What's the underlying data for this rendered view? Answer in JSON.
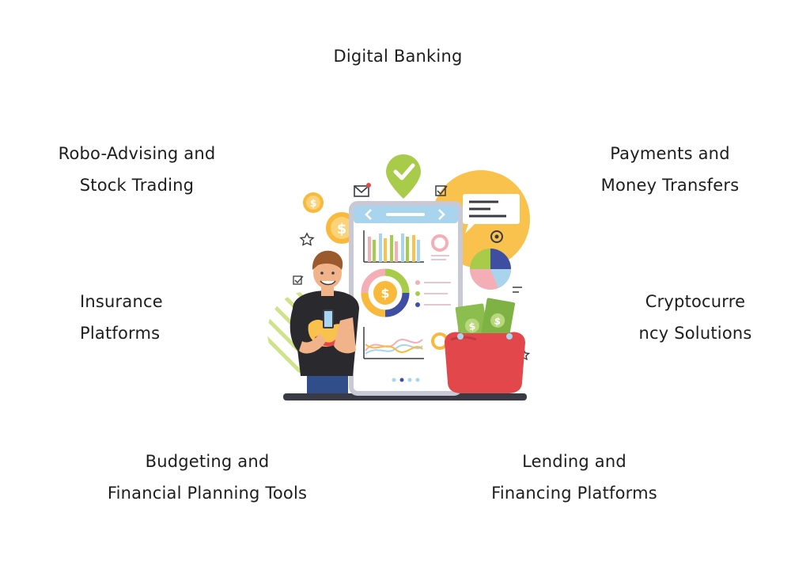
{
  "diagram": {
    "center_label": "Digital Banking",
    "items": [
      {
        "id": "robo",
        "lines": [
          "Robo-Advising and",
          "Stock Trading"
        ]
      },
      {
        "id": "payments",
        "lines": [
          "Payments and",
          "Money Transfers"
        ]
      },
      {
        "id": "insurance",
        "lines": [
          "Insurance",
          "Platforms"
        ]
      },
      {
        "id": "crypto",
        "lines": [
          "Cryptocurre",
          "ncy Solutions"
        ]
      },
      {
        "id": "budgeting",
        "lines": [
          "Budgeting and",
          "Financial Planning Tools"
        ]
      },
      {
        "id": "lending",
        "lines": [
          "Lending and",
          "Financing Platforms"
        ]
      }
    ]
  },
  "illustration": {
    "coin_symbol": "$",
    "colors": {
      "phone_frame": "#c9c9d6",
      "phone_header": "#a9d4ee",
      "check_pin": "#a8cc4a",
      "sun_circle": "#f9c24c",
      "coin": "#f9b93a",
      "wallet": "#e2474c",
      "cash": "#8cbd4f",
      "shirt": "#2a2a2e",
      "hair": "#9b5a2c",
      "stripe_green": "#cfe38a"
    }
  }
}
